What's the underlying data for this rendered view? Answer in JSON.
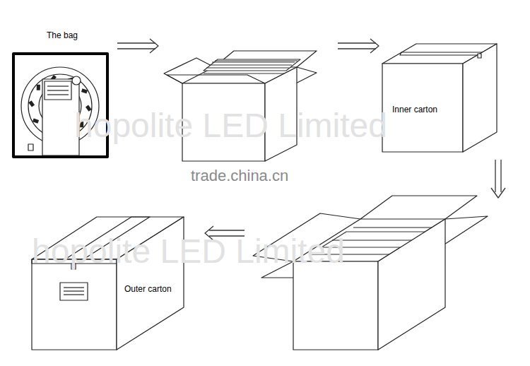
{
  "diagram": {
    "nodes": [
      {
        "text": [
          "The bag"
        ]
      },
      {
        "text": [
          "Inner carton"
        ]
      },
      {
        "text": [
          "Outer carton"
        ]
      }
    ],
    "labels": [
      "hopolite LED Limited",
      "trade.china.cn",
      "hopolite LED Limited"
    ]
  }
}
